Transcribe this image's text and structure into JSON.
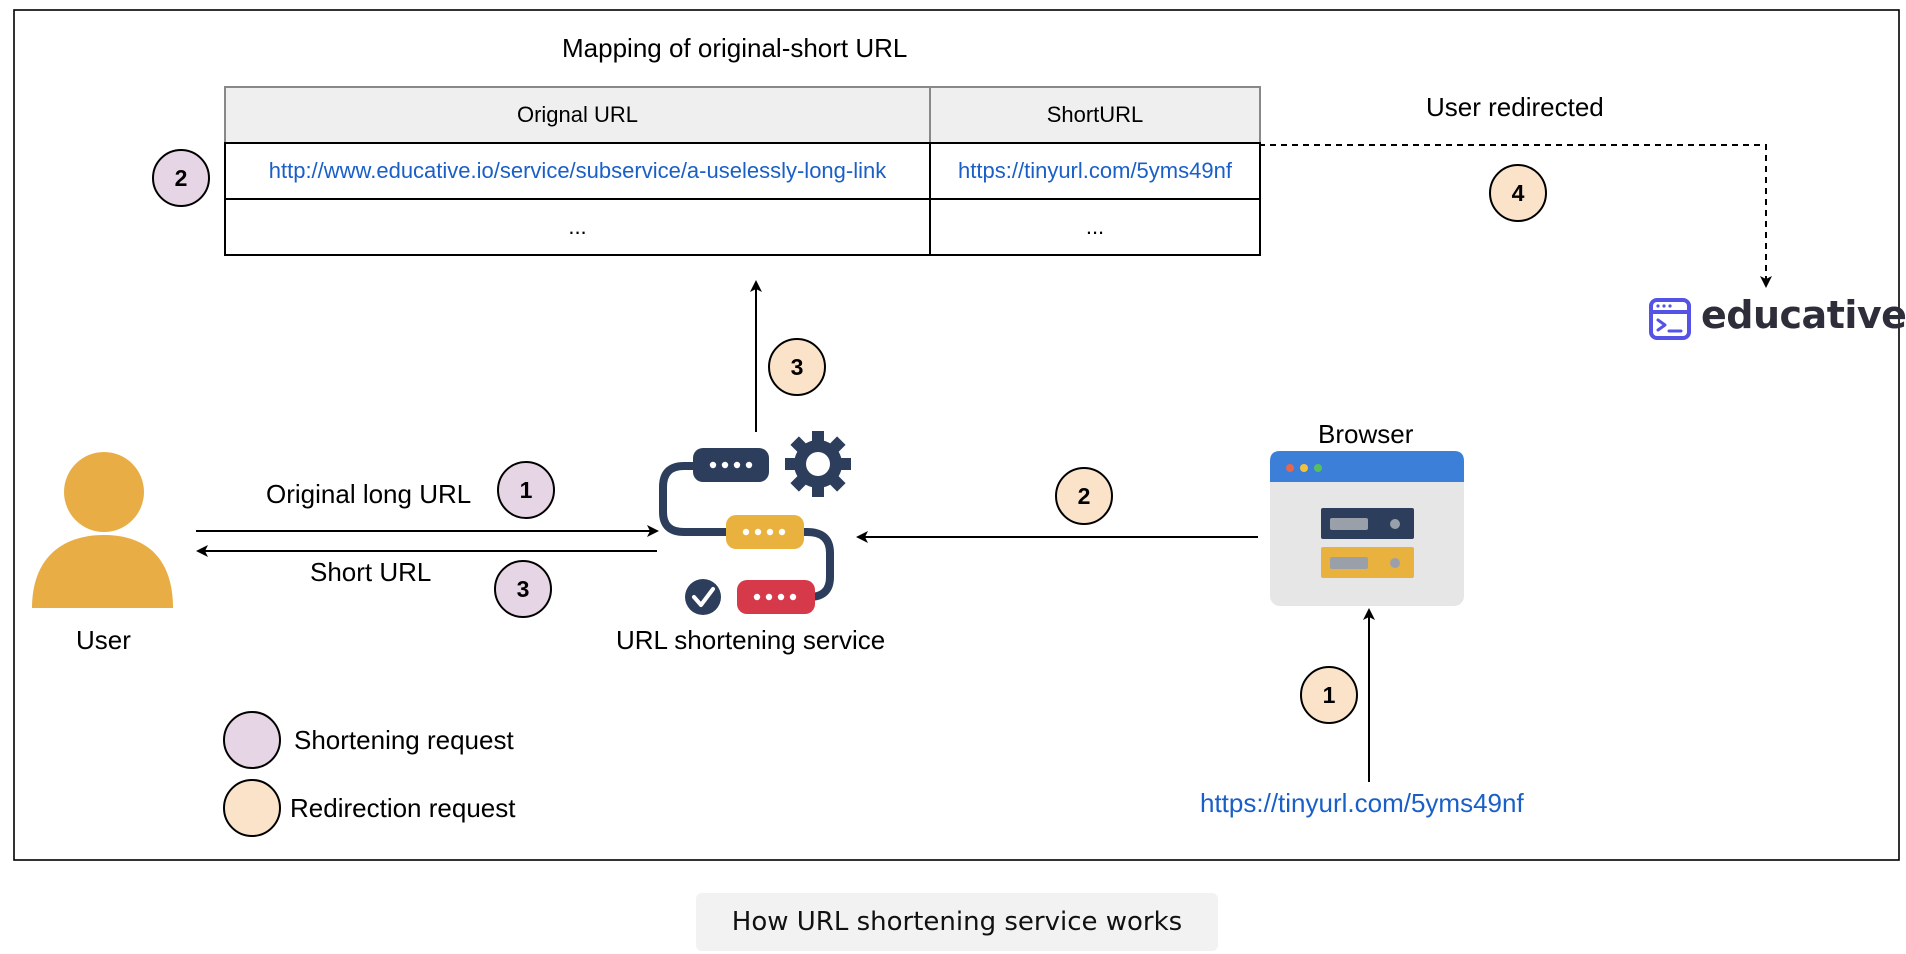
{
  "table": {
    "title": "Mapping of original-short URL",
    "headers": [
      "Orignal URL",
      "ShortURL"
    ],
    "rows": [
      [
        "http://www.educative.io/service/subservice/a-uselessly-long-link",
        "https://tinyurl.com/5yms49nf"
      ],
      [
        "...",
        "..."
      ]
    ]
  },
  "labels": {
    "user": "User",
    "service": "URL shortening service",
    "browser": "Browser",
    "original_long_url": "Original long URL",
    "short_url": "Short URL",
    "user_redirected": "User redirected",
    "typed_url": "https://tinyurl.com/5yms49nf"
  },
  "badges": {
    "table_step": "2",
    "redirect_step": "4",
    "db_write_step": "3",
    "original_step": "1",
    "short_step": "3",
    "browser_to_service_step": "2",
    "url_to_browser_step": "1"
  },
  "logo": {
    "text": "educative",
    "icon": "terminal-window-icon",
    "color": "#5553e6"
  },
  "legend": [
    {
      "label": "Shortening request",
      "color": "#e6d5e4"
    },
    {
      "label": "Redirection request",
      "color": "#fae3c9"
    }
  ],
  "caption": "How URL shortening service works",
  "colors": {
    "link": "#1a5fc8",
    "user_figure": "#e8ae45",
    "service_navy": "#2c3e5c",
    "service_yellow": "#e9b23f",
    "service_red": "#d63a4a",
    "browser_bar": "#3b7fd8",
    "browser_body": "#e6e6e6"
  }
}
